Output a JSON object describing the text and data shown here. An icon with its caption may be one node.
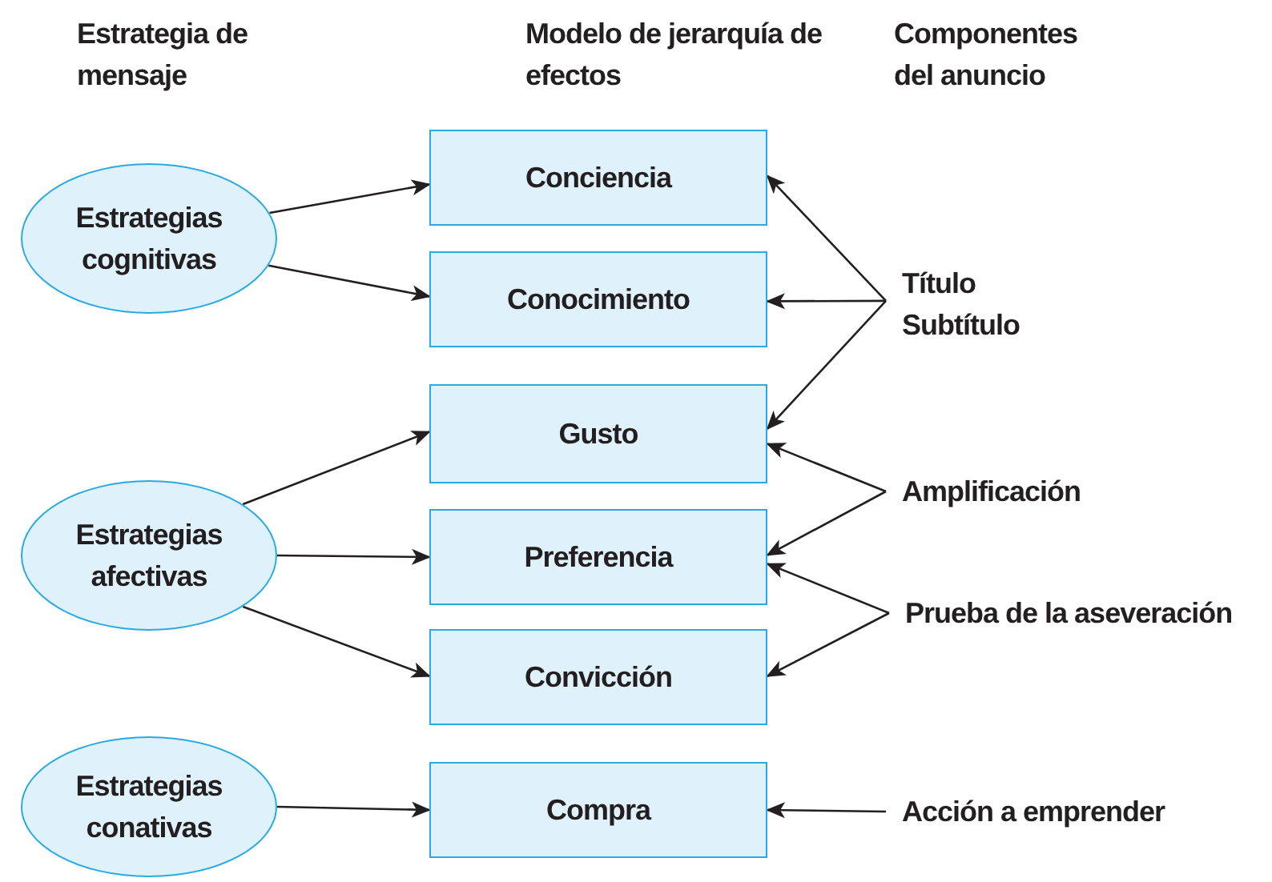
{
  "diagram": {
    "nodes": [
      {
        "text": [
          "Estrategias cognitivas"
        ]
      },
      {
        "text": [
          "Conciencia"
        ]
      },
      {
        "text": [
          "Conocimiento"
        ]
      },
      {
        "text": [
          "Título",
          "Subtítulo"
        ]
      },
      {
        "text": [
          "Gusto"
        ]
      },
      {
        "text": [
          "Estrategias afectivas"
        ]
      },
      {
        "text": [
          "Preferencia"
        ]
      },
      {
        "text": [
          "Amplificación"
        ]
      },
      {
        "text": [
          "Convicción"
        ]
      },
      {
        "text": [
          "Prueba de la aseveración"
        ]
      },
      {
        "text": [
          "Estrategias conativas"
        ]
      },
      {
        "text": [
          "Compra"
        ]
      },
      {
        "text": [
          "Acción a emprender"
        ]
      }
    ],
    "edges": [
      {
        "from": 0,
        "to": 1,
        "arrow": "to"
      },
      {
        "from": 0,
        "to": 2,
        "arrow": "to"
      },
      {
        "from": 3,
        "to": 1,
        "arrow": "to"
      },
      {
        "from": 3,
        "to": 2,
        "arrow": "to"
      },
      {
        "from": 3,
        "to": 4,
        "arrow": "to"
      },
      {
        "from": 5,
        "to": 4,
        "arrow": "to"
      },
      {
        "from": 5,
        "to": 6,
        "arrow": "to"
      },
      {
        "from": 5,
        "to": 8,
        "arrow": "to"
      },
      {
        "from": 7,
        "to": 4,
        "arrow": "to"
      },
      {
        "from": 7,
        "to": 6,
        "arrow": "to"
      },
      {
        "from": 9,
        "to": 6,
        "arrow": "to"
      },
      {
        "from": 9,
        "to": 8,
        "arrow": "to"
      },
      {
        "from": 10,
        "to": 11,
        "arrow": "to"
      },
      {
        "from": 12,
        "to": 11,
        "arrow": "to"
      }
    ],
    "labels": [
      "Estrategia de mensaje",
      "Modelo de jerarquía de efectos",
      "Componentes del anuncio"
    ]
  }
}
